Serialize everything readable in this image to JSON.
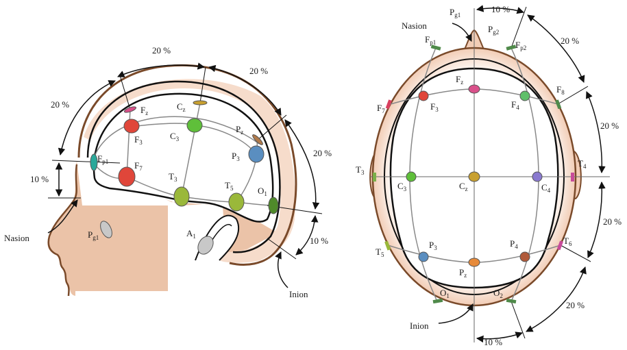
{
  "colors": {
    "skin": "#ebc3a8",
    "skin_light": "#f7e3d6",
    "head_outline": "#7a4a2a",
    "grid_line": "#888888",
    "arrow": "#111111",
    "electrode_red": "#e0463a",
    "electrode_green": "#5fbf3a",
    "electrode_olive": "#9ab83a",
    "electrode_darkgreen": "#4f8a2a",
    "electrode_teal": "#2aa89a",
    "electrode_blue": "#5a8ec0",
    "electrode_pink": "#d9508a",
    "electrode_mint": "#5fbf6a",
    "electrode_gold": "#c8a030",
    "electrode_purple": "#8a7ad0",
    "electrode_orange": "#e68a3a",
    "electrode_brown": "#b05a3a",
    "electrode_gray": "#c8c8c8"
  },
  "side_view": {
    "spacing": {
      "top_left_20": "20 %",
      "top_20": "20 %",
      "top_right_20": "20 %",
      "right_20": "20 %",
      "left_10": "10 %",
      "bottom_10": "10 %"
    },
    "landmarks": {
      "nasion": "Nasion",
      "inion": "Inion"
    },
    "electrodes": {
      "fp1": {
        "base": "F",
        "sub": "p1"
      },
      "fz": {
        "base": "F",
        "sub": "z"
      },
      "cz": {
        "base": "C",
        "sub": "z"
      },
      "pz": {
        "base": "P",
        "sub": "z"
      },
      "f3": {
        "base": "F",
        "sub": "3"
      },
      "c3": {
        "base": "C",
        "sub": "3"
      },
      "p3": {
        "base": "P",
        "sub": "3"
      },
      "f7": {
        "base": "F",
        "sub": "7"
      },
      "t3": {
        "base": "T",
        "sub": "3"
      },
      "t5": {
        "base": "T",
        "sub": "5"
      },
      "o1": {
        "base": "O",
        "sub": "1"
      },
      "a1": {
        "base": "A",
        "sub": "1"
      },
      "pg1": {
        "base": "P",
        "sub": "g1"
      }
    }
  },
  "top_view": {
    "spacing": {
      "top_10": "10 %",
      "upper_right_20": "20 %",
      "right_upper_20": "20 %",
      "right_lower_20": "20 %",
      "lower_right_20": "20 %",
      "bottom_10": "10 %"
    },
    "landmarks": {
      "nasion": "Nasion",
      "inion": "Inion"
    },
    "electrodes": {
      "pg1": {
        "base": "P",
        "sub": "g1"
      },
      "pg2": {
        "base": "P",
        "sub": "g2"
      },
      "fp1": {
        "base": "F",
        "sub": "p1"
      },
      "fp2": {
        "base": "F",
        "sub": "p2"
      },
      "f7": {
        "base": "F",
        "sub": "7"
      },
      "f3": {
        "base": "F",
        "sub": "3"
      },
      "fz": {
        "base": "F",
        "sub": "z"
      },
      "f4": {
        "base": "F",
        "sub": "4"
      },
      "f8": {
        "base": "F",
        "sub": "8"
      },
      "t3": {
        "base": "T",
        "sub": "3"
      },
      "c3": {
        "base": "C",
        "sub": "3"
      },
      "cz": {
        "base": "C",
        "sub": "z"
      },
      "c4": {
        "base": "C",
        "sub": "4"
      },
      "t4": {
        "base": "T",
        "sub": "4"
      },
      "t5": {
        "base": "T",
        "sub": "5"
      },
      "p3": {
        "base": "P",
        "sub": "3"
      },
      "pz": {
        "base": "P",
        "sub": "z"
      },
      "p4": {
        "base": "P",
        "sub": "4"
      },
      "t6": {
        "base": "T",
        "sub": "6"
      },
      "o1": {
        "base": "O",
        "sub": "1"
      },
      "o2": {
        "base": "O",
        "sub": "2"
      }
    }
  }
}
